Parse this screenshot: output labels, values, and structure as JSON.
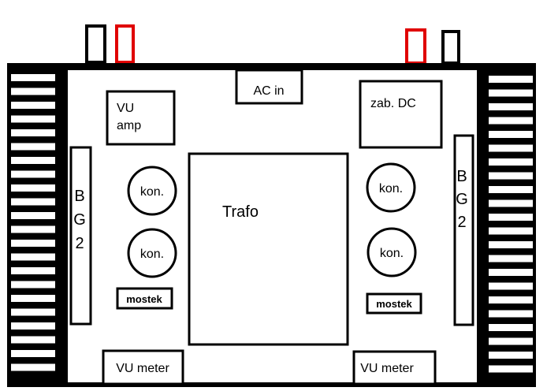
{
  "colors": {
    "line": "#000000",
    "background": "#ffffff",
    "accent": "#e00000"
  },
  "labels": {
    "ac_in": "AC in",
    "vu_amp_line1": "VU",
    "vu_amp_line2": "amp",
    "zab_dc": "zab. DC",
    "trafo": "Trafo",
    "bg2_left": [
      "B",
      "G",
      "2"
    ],
    "bg2_right": [
      "B",
      "G",
      "2"
    ],
    "kon_left_top": "kon.",
    "kon_left_bottom": "kon.",
    "kon_right_top": "kon.",
    "kon_right_bottom": "kon.",
    "mostek_left": "mostek",
    "mostek_right": "mostek",
    "vu_meter_left": "VU meter",
    "vu_meter_right": "VU meter"
  }
}
